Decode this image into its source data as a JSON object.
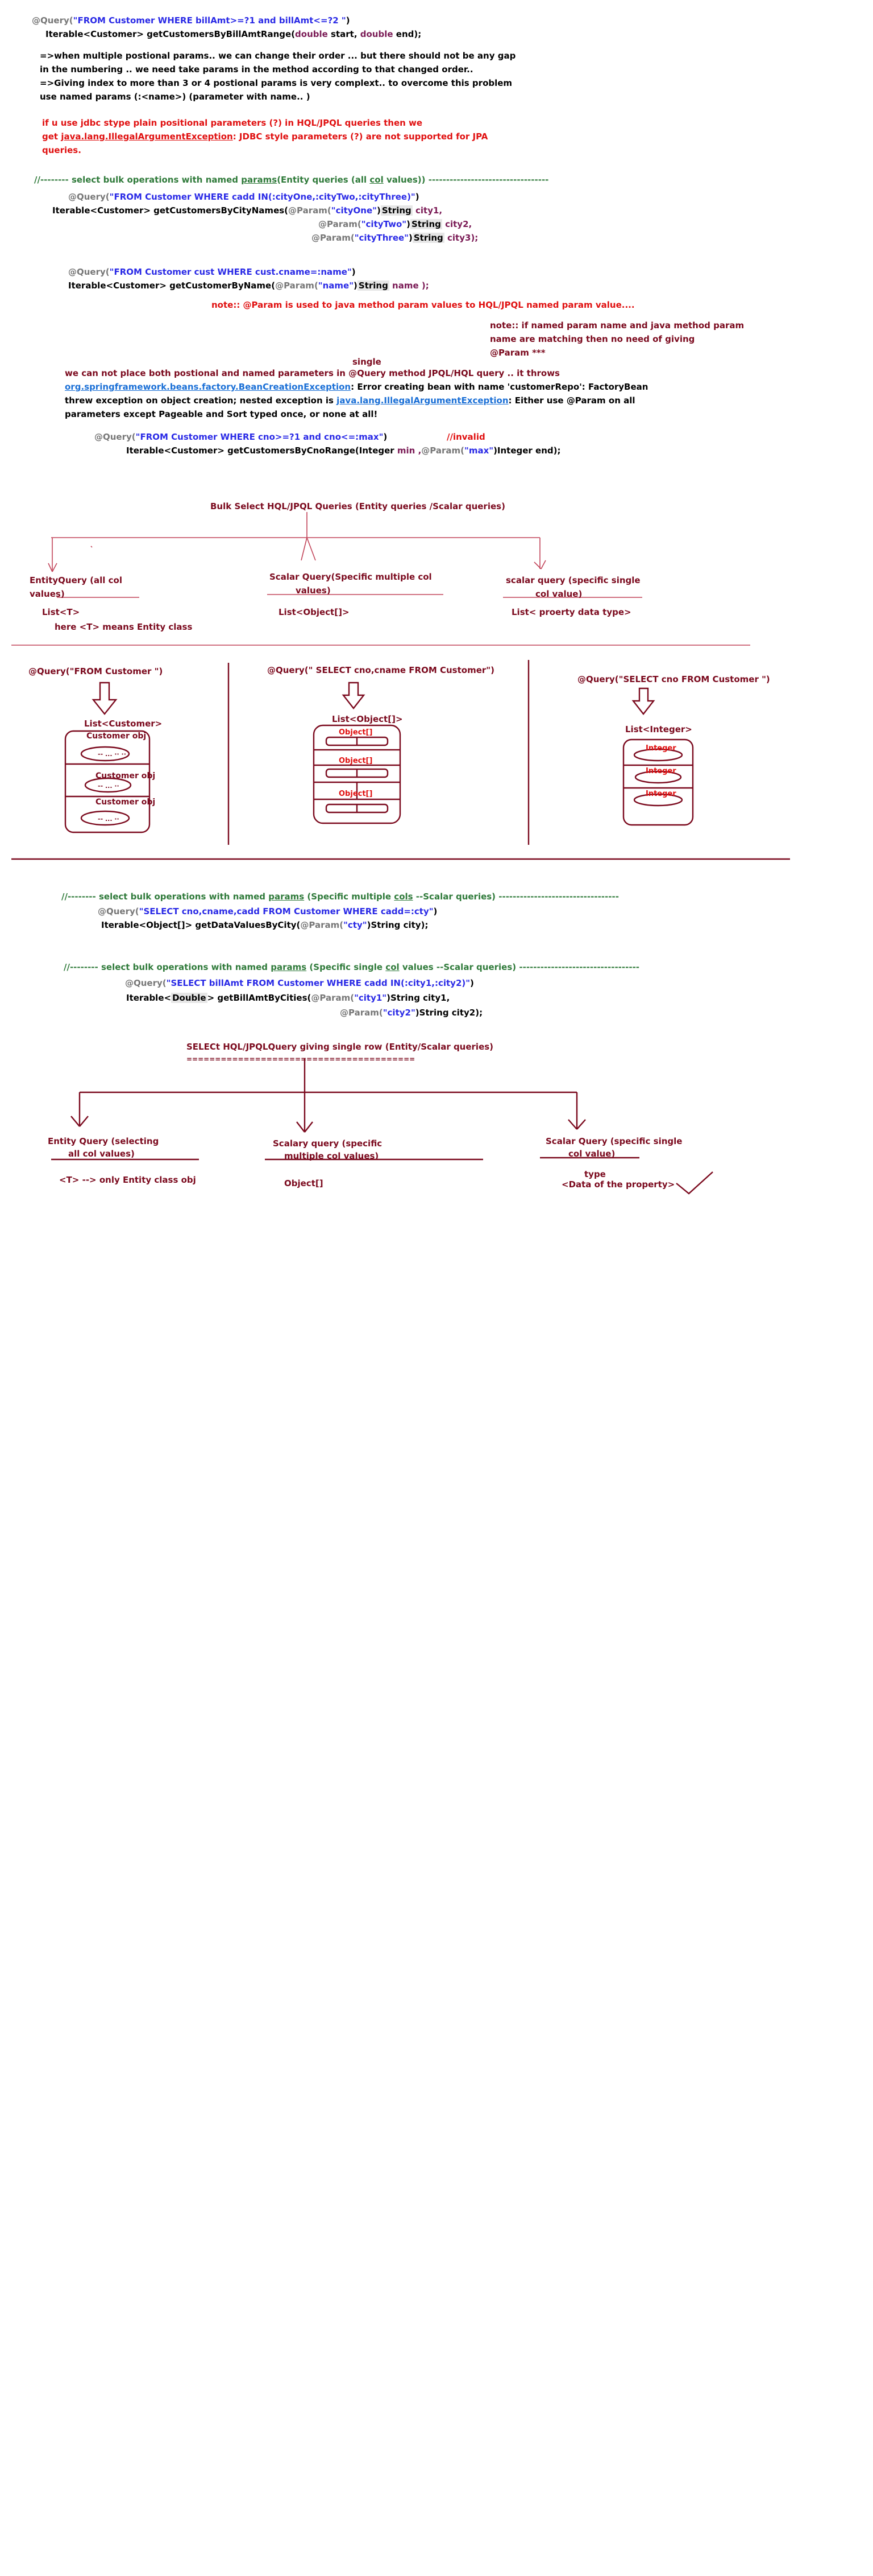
{
  "block1": {
    "q1_ann": "@Query(",
    "q1_str": "\"FROM  Customer WHERE  billAmt>=?1 and billAmt<=?2 \"",
    "q1_end": ")",
    "q1_method_a": "Iterable<Customer>  getCustomersByBillAmtRange(",
    "q1_kw1": "double",
    "q1_p1": " start, ",
    "q1_kw2": "double",
    "q1_p2": " end);",
    "notes": [
      "=>when multiple postional params.. we can change their order ... but there should  not be any gap",
      "  in the numbering ..  we need take params in the method according to that changed order..",
      "=>Giving index to more than 3 or 4 postional params is very complext..  to overcome this problem",
      "use  named params (:<name>) (parameter with name.. )"
    ],
    "red1": "if  u use   jdbc stype plain positional parameters (?) in HQL/JPQL queries then we",
    "red2_a": "get  ",
    "red2_link": "java.lang.IllegalArgumentException",
    "red2_b": ": JDBC style parameters (?) are not supported for JPA",
    "red3": "queries."
  },
  "block2": {
    "comment_a": "//-------- select bulk operations with named ",
    "comment_params": "params",
    "comment_b": "(Entity queries (all ",
    "comment_col": "col",
    "comment_c": " values)) ----------------------------------",
    "q_ann": "@Query(",
    "q_str": "\"FROM  Customer WHERE  cadd IN(:cityOne,:cityTwo,:cityThree)\"",
    "q_end": ")",
    "m_a": "Iterable<Customer>  getCustomersByCityNames(",
    "p1_ann": "@Param(",
    "p1_str": "\"cityOne\"",
    "p1_close": ")",
    "p1_type": "String",
    "p1_name": " city1,",
    "p2_ann": "@Param(",
    "p2_str": "\"cityTwo\"",
    "p2_close": ")",
    "p2_type": "String",
    "p2_name": " city2,",
    "p3_ann": "@Param(",
    "p3_str": "\"cityThree\"",
    "p3_close": ")",
    "p3_type": "String",
    "p3_name": " city3);"
  },
  "block3": {
    "q_ann": "@Query(",
    "q_str": "\"FROM Customer  cust WHERE cust.cname=:name\"",
    "q_end": ")",
    "m_a": "Iterable<Customer>  getCustomerByName(",
    "m_ann": "@Param(",
    "m_str": "\"name\"",
    "m_close": ")",
    "m_type": "String",
    "m_name": " name );",
    "note1": "note:: @Param is used to java method param values to HQL/JPQL named param value....",
    "note2": [
      "note:: if named param name and  java method param",
      "   name are matching then no need of giving",
      "   @Param ***"
    ],
    "single": "single",
    "warn1": "we can not place both postional and named parameters in @Query method JPQL/HQL query .. it throws",
    "warn2_link": "org.springframework.beans.factory.BeanCreationException",
    "warn2_b": ": Error creating bean with name 'customerRepo': FactoryBean",
    "warn3_a": "threw exception on object creation; nested exception is ",
    "warn3_link": "java.lang.IllegalArgumentException",
    "warn3_b": ": Either use @Param on all",
    "warn4": "parameters except Pageable and Sort typed once, or none at all!",
    "q2_ann": "@Query(",
    "q2_str": "\"FROM Customer  WHERE cno>=?1 and cno<=:max\"",
    "q2_end": ")",
    "invalid": "//invalid",
    "m2_a": "Iterable<Customer>  getCustomersByCnoRange(Integer ",
    "m2_min": "min ,",
    "m2_ann": "@Param(",
    "m2_str": "\"max\"",
    "m2_close": ")",
    "m2_rest": "Integer end);"
  },
  "diagram1": {
    "title": "Bulk Select HQL/JPQL Queries  (Entity queries /Scalar queries)",
    "entity_label1": "EntityQuery (all col",
    "entity_label2": "          values)",
    "entity_ret": "List<T>",
    "entity_note": "here <T> means Entity class",
    "scalar_label1": "Scalar Query(Specific multiple col",
    "scalar_label2": "          values)",
    "scalar_ret": "List<Object[]>",
    "single_label1": "scalar query (specific single",
    "single_label2": "          col value)",
    "single_ret": "List< proerty data type>"
  },
  "diagram2": {
    "q1": "@Query(\"FROM Customer \")",
    "list1": "List<Customer>",
    "obj1": "Customer obj",
    "obj2": "Customer obj",
    "obj3": "Customer obj",
    "q2": "@Query(\" SELECT cno,cname  FROM Customer\")",
    "list2": "List<Object[]>",
    "arr1": "Object[]",
    "arr2": "Object[]",
    "arr3": "Object[]",
    "q3": "@Query(\"SELECT cno FROM  Customer \")",
    "list3": "List<Integer>",
    "int1": "Integer",
    "int2": "Integer",
    "int3": "Integer"
  },
  "block4": {
    "comment_a": "//-------- select bulk operations with named ",
    "comment_params": "params",
    "comment_b": " (Specific multiple ",
    "comment_cols": "cols",
    "comment_c": " --Scalar queries) ----------------------------------",
    "q_ann": "@Query(",
    "q_str": "\"SELECT cno,cname,cadd  FROM Customer WHERE cadd=:cty\"",
    "q_end": ")",
    "m_a": "Iterable<Object[]>  getDataValuesByCity(",
    "m_ann": "@Param(",
    "m_str": "\"cty\"",
    "m_close": ")",
    "m_rest": "String city);"
  },
  "block5": {
    "comment_a": "//-------- select bulk operations with named ",
    "comment_params": "params",
    "comment_b": " (Specific single ",
    "comment_col": "col",
    "comment_c": " values --Scalar queries) ----------------------------------",
    "q_ann": "@Query(",
    "q_str": "\"SELECT billAmt FROM Customer WHERE cadd IN(:city1,:city2)\"",
    "q_end": ")",
    "m_a": "Iterable<",
    "m_hl": "Double",
    "m_b": ">  getBillAmtByCities(",
    "p1_ann": "@Param(",
    "p1_str": "\"city1\"",
    "p1_close": ")",
    "p1_rest": "String city1,",
    "p2_ann": "@Param(",
    "p2_str": "\"city2\"",
    "p2_close": ")",
    "p2_rest": "String city2);"
  },
  "diagram3": {
    "title": "SELECt HQL/JPQLQuery giving single row  (Entity/Scalar queries)",
    "underline": "========================================",
    "e_label1": "Entity Query (selecting",
    "e_label2": "          all col values)",
    "e_ret": "<T>   -->     only Entity class obj",
    "s_label1": "Scalary query (specific",
    "s_label2": "               multiple col values)",
    "s_ret": "Object[]",
    "ss_label1": "Scalar Query (specific single",
    "ss_label2": "          col value)",
    "ss_ret1": "type",
    "ss_ret2": "<Data of the property>"
  }
}
